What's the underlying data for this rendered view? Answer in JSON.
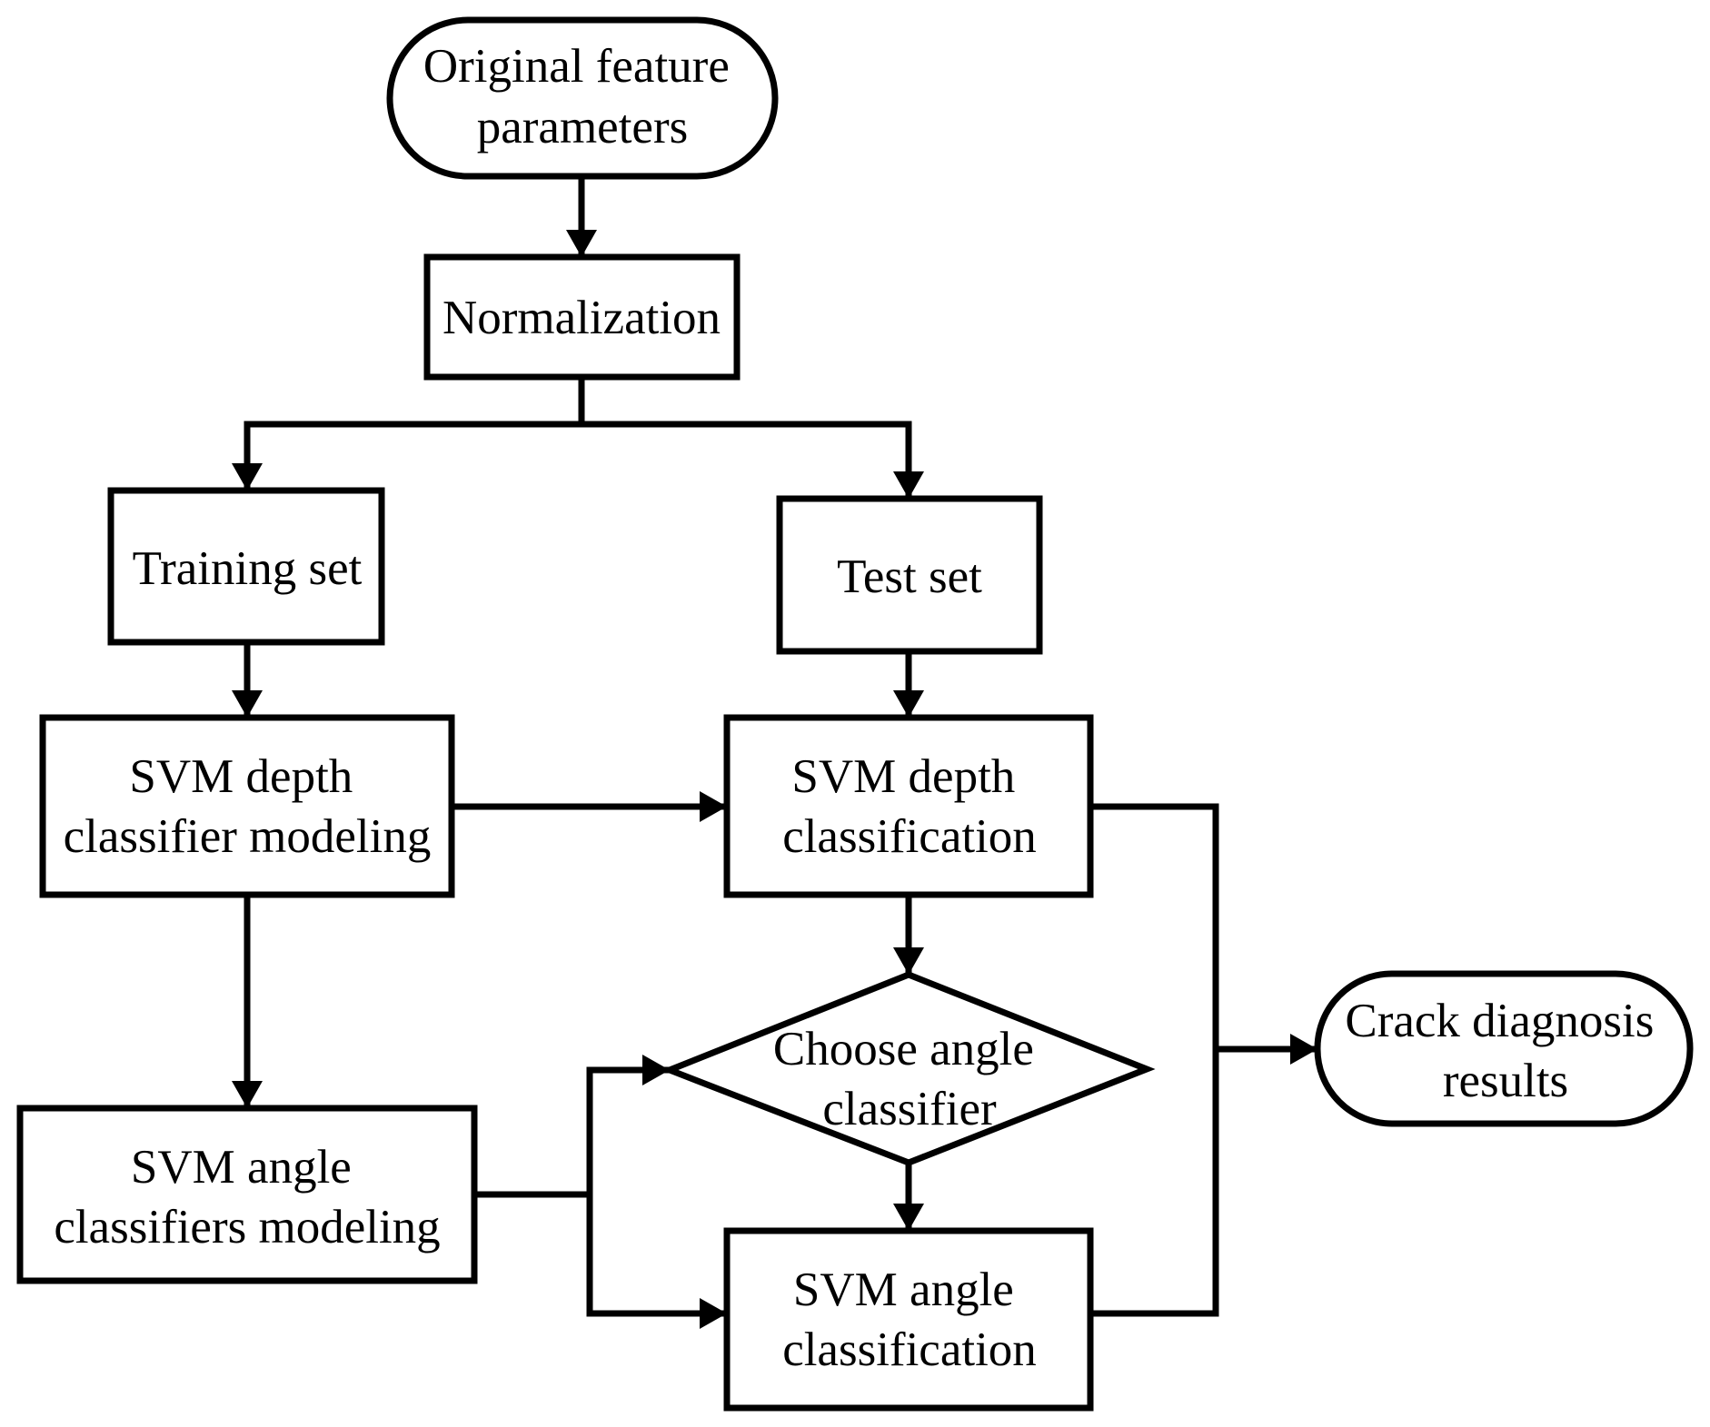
{
  "diagram": {
    "nodes": [
      {
        "id": "original",
        "shape": "terminator",
        "lines": [
          "Original feature",
          "parameters"
        ]
      },
      {
        "id": "normalization",
        "shape": "process",
        "lines": [
          "Normalization"
        ]
      },
      {
        "id": "training",
        "shape": "process",
        "lines": [
          "Training set"
        ]
      },
      {
        "id": "test",
        "shape": "process",
        "lines": [
          "Test set"
        ]
      },
      {
        "id": "depth_model",
        "shape": "process",
        "lines": [
          "SVM depth",
          "classifier modeling"
        ]
      },
      {
        "id": "depth_class",
        "shape": "process",
        "lines": [
          "SVM depth",
          "classification"
        ]
      },
      {
        "id": "choose",
        "shape": "decision",
        "lines": [
          "Choose angle",
          "classifier"
        ]
      },
      {
        "id": "angle_model",
        "shape": "process",
        "lines": [
          "SVM angle",
          "classifiers modeling"
        ]
      },
      {
        "id": "angle_class",
        "shape": "process",
        "lines": [
          "SVM angle",
          "classification"
        ]
      },
      {
        "id": "results",
        "shape": "terminator",
        "lines": [
          "Crack diagnosis",
          "results"
        ]
      }
    ],
    "edges": [
      {
        "from": "original",
        "to": "normalization"
      },
      {
        "from": "normalization",
        "to": "training"
      },
      {
        "from": "normalization",
        "to": "test"
      },
      {
        "from": "training",
        "to": "depth_model"
      },
      {
        "from": "test",
        "to": "depth_class"
      },
      {
        "from": "depth_model",
        "to": "depth_class"
      },
      {
        "from": "depth_model",
        "to": "angle_model"
      },
      {
        "from": "depth_class",
        "to": "choose"
      },
      {
        "from": "choose",
        "to": "angle_class"
      },
      {
        "from": "angle_model",
        "to": "choose"
      },
      {
        "from": "angle_model",
        "to": "angle_class"
      },
      {
        "from": "depth_class",
        "to": "results"
      },
      {
        "from": "angle_class",
        "to": "results"
      }
    ]
  }
}
